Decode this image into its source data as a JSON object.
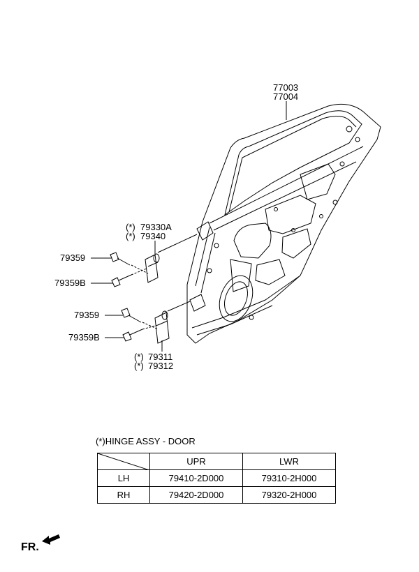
{
  "labels": {
    "door_assy_1": "77003",
    "door_assy_2": "77004",
    "upper_hinge_1": "79330A",
    "upper_hinge_2": "79340",
    "upper_bolt_1": "79359",
    "upper_bolt_2": "79359B",
    "lower_bolt_1": "79359",
    "lower_bolt_2": "79359B",
    "lower_hinge_1": "79311",
    "lower_hinge_2": "79312",
    "asterisk": "(*)"
  },
  "legend": {
    "mark": "(*)",
    "text": "HINGE ASSY - DOOR"
  },
  "table": {
    "headers": [
      "UPR",
      "LWR"
    ],
    "rows": [
      {
        "side": "LH",
        "upr": "79410-2D000",
        "lwr": "79310-2H000"
      },
      {
        "side": "RH",
        "upr": "79420-2D000",
        "lwr": "79320-2H000"
      }
    ]
  },
  "direction": {
    "label": "FR."
  }
}
